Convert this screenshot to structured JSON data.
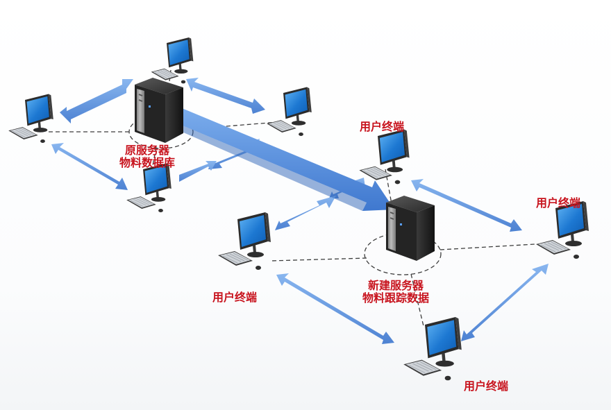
{
  "diagram": {
    "original_server": {
      "line1": "原服务器",
      "line2": "物料数据库"
    },
    "new_server": {
      "line1": "新建服务器",
      "line2": "物料跟踪数据"
    },
    "terminal_labels": {
      "upper_right_middle": "用户终端",
      "right": "用户终端",
      "bottom_middle": "用户终端",
      "bottom_right": "用户终端"
    },
    "colors": {
      "label_red": "#c8141e",
      "arrow_blue": "#4f86d8",
      "screen_blue": "#1e78d0",
      "tower_dark": "#1c1c1c"
    },
    "icons": [
      "server-tower-icon",
      "computer-monitor-icon",
      "keyboard-icon",
      "mouse-icon",
      "double-arrow-icon"
    ]
  }
}
